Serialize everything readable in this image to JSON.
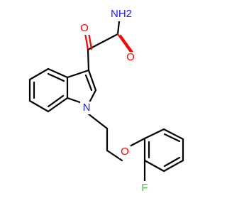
{
  "molecule": {
    "atoms": {
      "amide_nitrogen": "NH2",
      "amide_oxygen": "O",
      "keto_oxygen": "O",
      "indole_nitrogen": "N",
      "ether_oxygen": "O",
      "fluorine": "F"
    },
    "colors": {
      "carbon_bond": "#000000",
      "oxygen": "#ff0000",
      "nitrogen": "#1a1aff",
      "fluorine": "#33cc33"
    }
  }
}
